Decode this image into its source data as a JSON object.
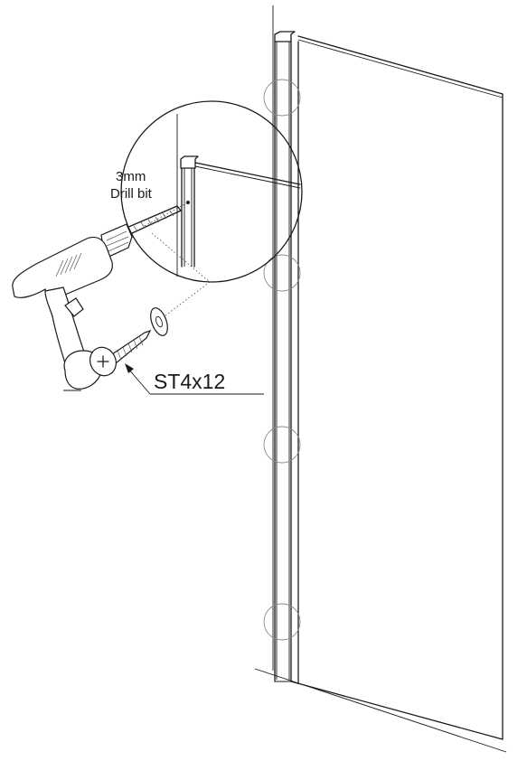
{
  "labels": {
    "drill_size": "3mm",
    "drill_name": "Drill bit",
    "screw_spec": "ST4x12"
  },
  "icons": {
    "drill": "power-drill-icon",
    "screw": "screw-icon",
    "washer": "washer-icon"
  },
  "colors": {
    "line": "#1a1a1a",
    "marker": "#8a8a8a",
    "background": "#ffffff"
  }
}
